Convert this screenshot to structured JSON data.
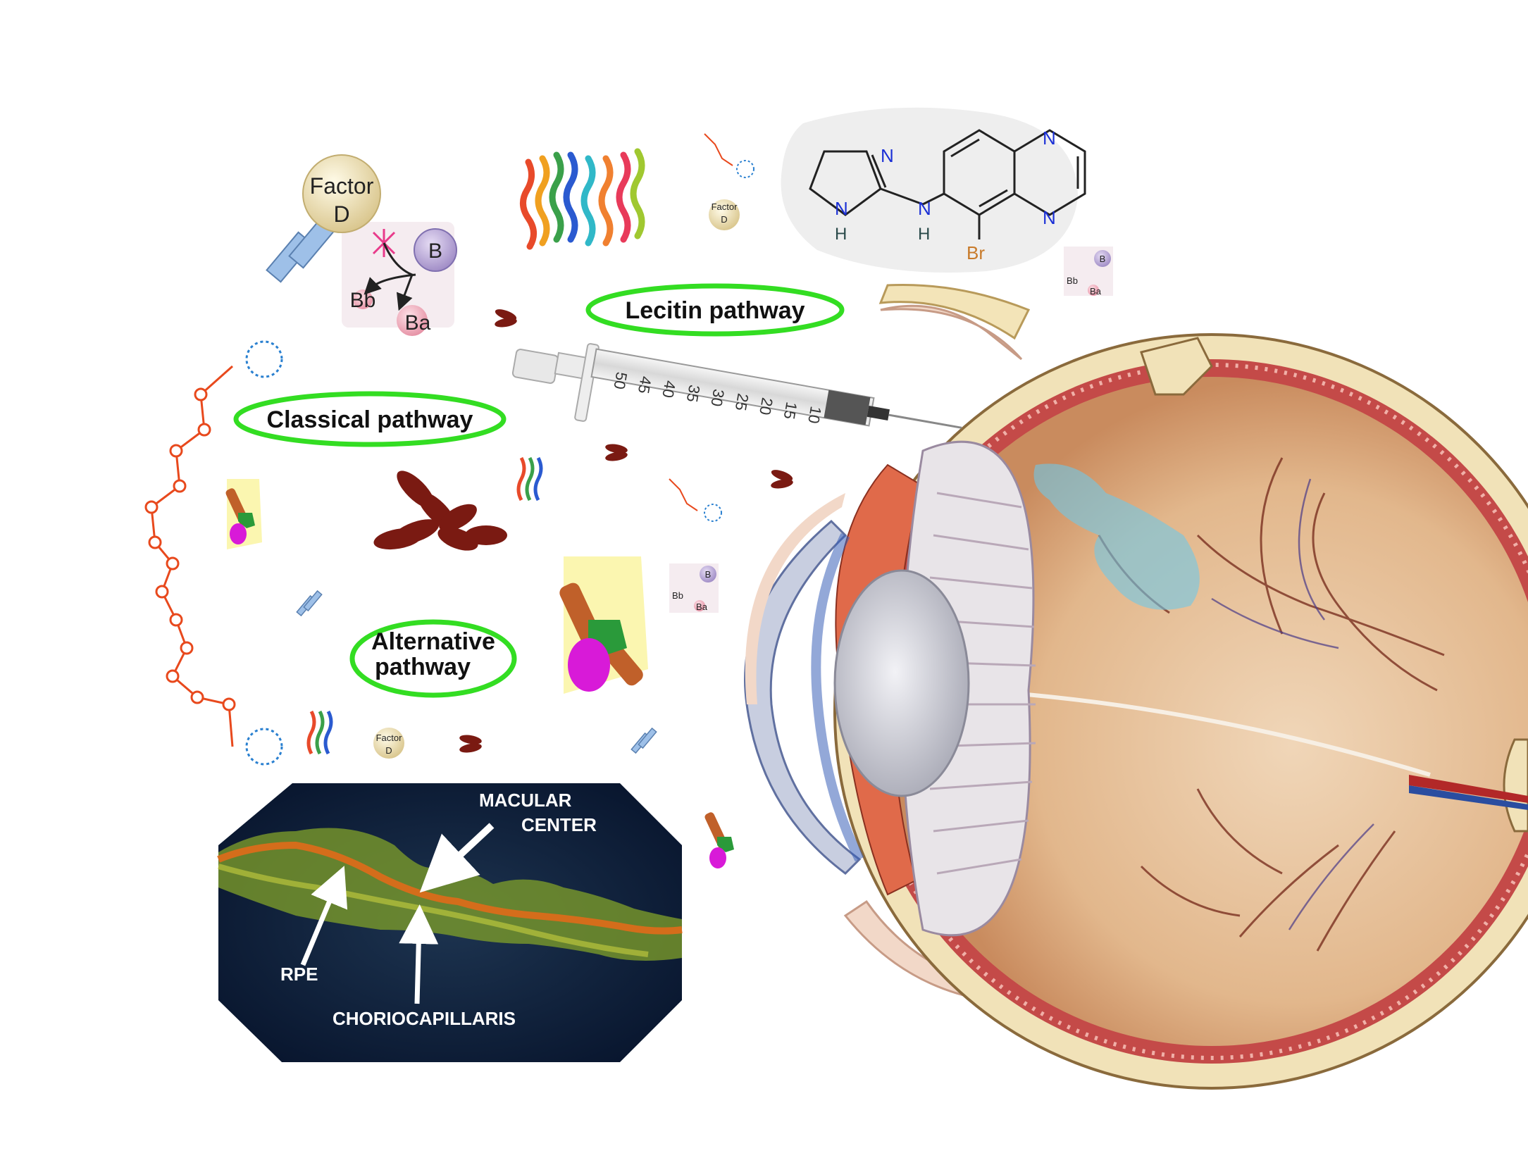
{
  "pathways": {
    "lectin": "Lecitin pathway",
    "classical": "Classical pathway",
    "alternative_line1": "Alternative",
    "alternative_line2": "pathway"
  },
  "factor_d": {
    "line1": "Factor",
    "line2": "D",
    "b_label": "B",
    "bb_label": "Bb",
    "ba_label": "Ba"
  },
  "small_factor_d": {
    "line1": "Factor",
    "line2": "D"
  },
  "brimonidine": {
    "atom_n": "N",
    "atom_h": "H",
    "atom_br": "Br"
  },
  "syringe_scale": [
    "50",
    "45",
    "40",
    "35",
    "30",
    "25",
    "20",
    "15",
    "10"
  ],
  "oct": {
    "macular_line1": "MACULAR",
    "macular_line2": "CENTER",
    "rpe": "RPE",
    "choriocapillaris": "CHORIOCAPILLARIS"
  },
  "colors": {
    "pathway_ring": "#33dd22",
    "factor_d_fill": "#ece0b0",
    "b_fill": "#b9a8d8",
    "ba_fill": "#f0a8b8",
    "antibody": "#7a1a12",
    "chain": "#e8491d",
    "oct_bg": "#0c1a38",
    "retina_orange": "#e06a1a",
    "eye_interior": "#e8c8a8"
  }
}
